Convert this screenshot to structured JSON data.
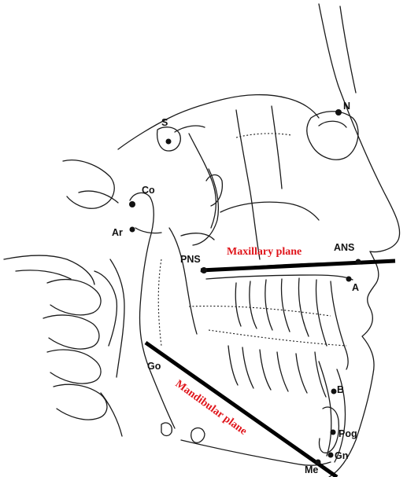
{
  "colors": {
    "plane_label": "#e0151b",
    "line": "#000000",
    "trace": "#1a1a1a"
  },
  "landmarks": {
    "S": "S",
    "N": "N",
    "Co": "Co",
    "Ar": "Ar",
    "PNS": "PNS",
    "ANS": "ANS",
    "A": "A",
    "Go": "Go",
    "B": "B",
    "Pog": "Pog",
    "Gn": "Gn",
    "Me": "Me"
  },
  "planes": {
    "maxillary": "Maxillary plane",
    "mandibular": "Mandibular plane"
  }
}
